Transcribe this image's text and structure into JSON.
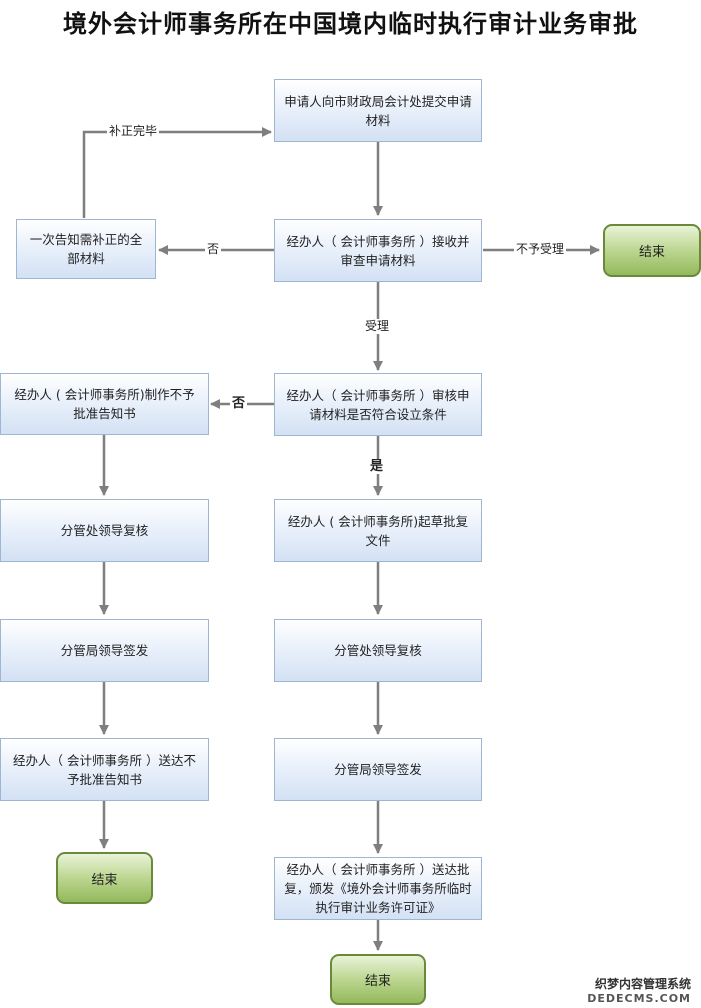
{
  "title": "境外会计师事务所在中国境内临时执行审计业务审批",
  "nodes": {
    "submit": "申请人向市财政局会计处提交申请材料",
    "review": "经办人（ 会计师事务所 ）接收并审查申请材料",
    "notify_correction": "一次告知需补正的全部材料",
    "end_reject": "结束",
    "audit": "经办人（ 会计师事务所 ）审核申请材料是否符合设立条件",
    "make_denial": "经办人 ( 会计师事务所)制作不予批准告知书",
    "draft_approval": "经办人 ( 会计师事务所)起草批复文件",
    "left_division_review": "分管处领导复核",
    "left_bureau_sign": "分管局领导签发",
    "left_deliver": "经办人（ 会计师事务所 ）送达不予批准告知书",
    "left_end": "结束",
    "right_division_review": "分管处领导复核",
    "right_bureau_sign": "分管局领导签发",
    "right_deliver": "经办人（ 会计师事务所 ）送达批复，颁发《境外会计师事务所临时执行审计业务许可证》",
    "right_end": "结束"
  },
  "edge_labels": {
    "corrected": "补正完毕",
    "no_left": "否",
    "not_accepted": "不予受理",
    "accepted": "受理",
    "no_bold": "否",
    "yes_bold": "是"
  },
  "watermark": {
    "line1": "织梦内容管理系统",
    "line2": "DEDECMS.COM"
  }
}
